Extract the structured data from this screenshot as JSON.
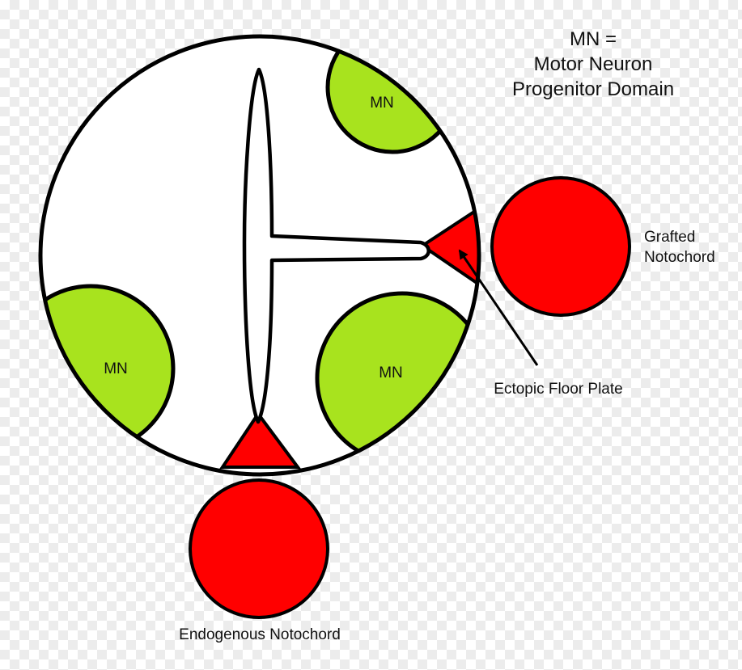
{
  "legend": {
    "line1": "MN =",
    "line2": "Motor Neuron",
    "line3": "Progenitor Domain"
  },
  "domains": {
    "top_right": "MN",
    "bottom_left": "MN",
    "bottom_right": "MN"
  },
  "labels": {
    "grafted_line1": "Grafted",
    "grafted_line2": "Notochord",
    "ectopic_floor_plate": "Ectopic Floor Plate",
    "endogenous_notochord": "Endogenous Notochord"
  },
  "colors": {
    "motor_neuron_domain": "#a8e31e",
    "notochord_and_floor_plate": "#ff0000",
    "neural_tube": "#ffffff",
    "outline": "#000000"
  }
}
